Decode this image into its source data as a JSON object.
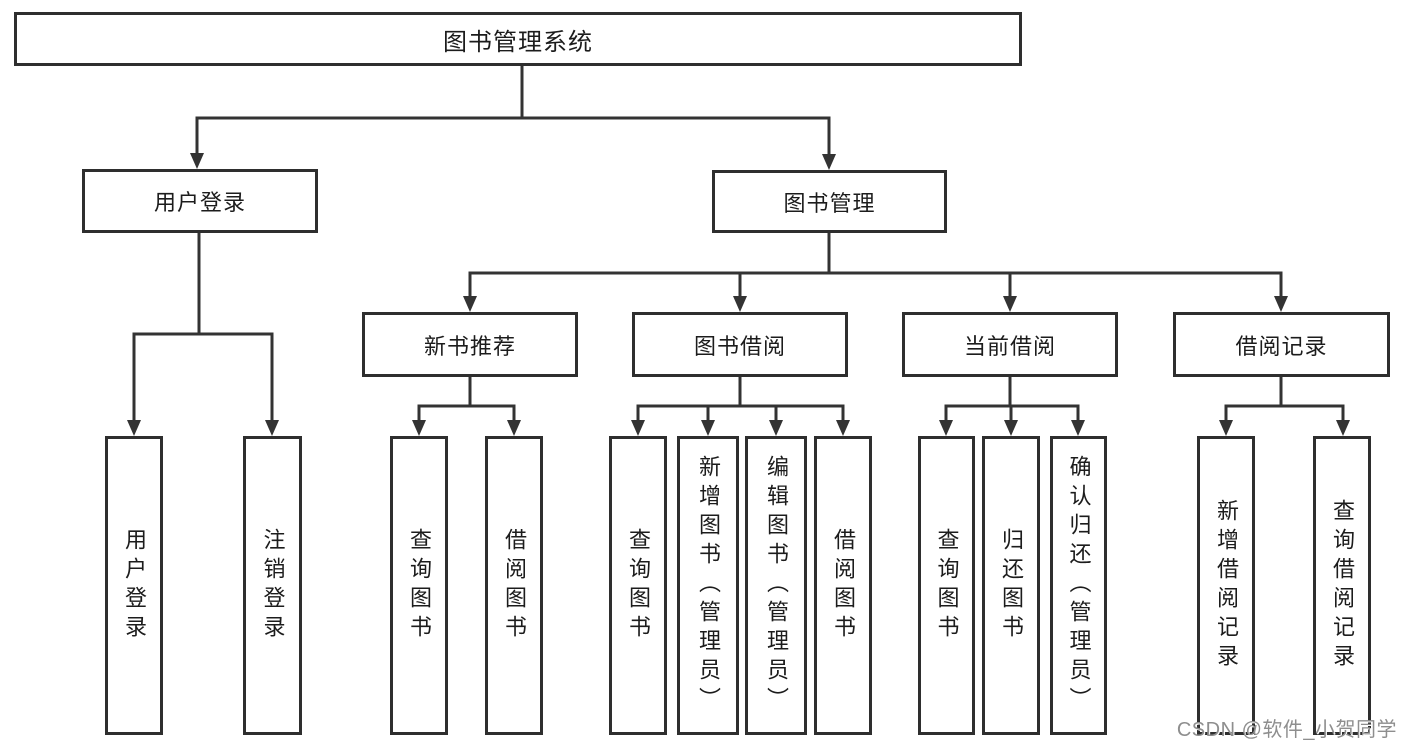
{
  "tree": {
    "root_label": "图书管理系统",
    "branches": [
      {
        "label": "用户登录",
        "children": [
          "用户登录",
          "注销登录"
        ]
      },
      {
        "label": "图书管理",
        "groups": [
          {
            "label": "新书推荐",
            "children": [
              "查询图书",
              "借阅图书"
            ]
          },
          {
            "label": "图书借阅",
            "children": [
              "查询图书",
              "新增图书（管理员）",
              "编辑图书（管理员）",
              "借阅图书"
            ]
          },
          {
            "label": "当前借阅",
            "children": [
              "查询图书",
              "归还图书",
              "确认归还（管理员）"
            ]
          },
          {
            "label": "借阅记录",
            "children": [
              "新增借阅记录",
              "查询借阅记录"
            ]
          }
        ]
      }
    ]
  },
  "watermark": {
    "text": "CSDN @软件_小贺同学",
    "color": "#8e8e8e"
  },
  "colors": {
    "line": "#333333",
    "box_border": "#2e2e2e",
    "box_fill": "#ffffff",
    "text": "#1c1c1c"
  }
}
